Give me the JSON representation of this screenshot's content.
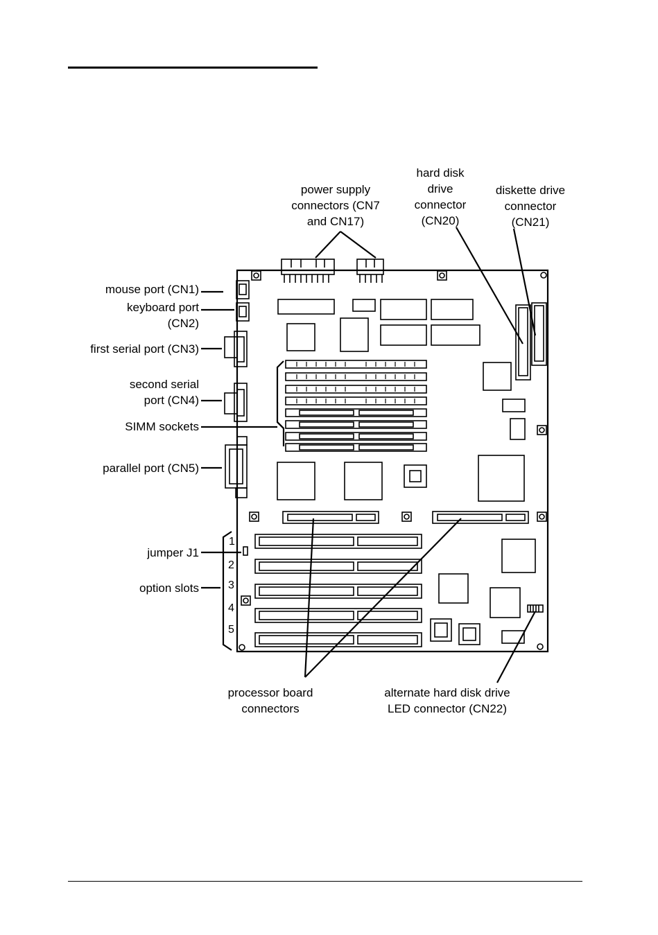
{
  "labels": {
    "power_supply": [
      "power supply",
      "connectors (CN7",
      "and CN17)"
    ],
    "hard_disk": [
      "hard disk",
      "drive",
      "connector",
      "(CN20)"
    ],
    "diskette": [
      "diskette drive",
      "connector",
      "(CN21)"
    ],
    "mouse_port": "mouse port (CN1)",
    "keyboard_port": [
      "keyboard port",
      "(CN2)"
    ],
    "first_serial": "first serial port (CN3)",
    "second_serial": [
      "second serial",
      "port (CN4)"
    ],
    "simm_sockets": "SIMM sockets",
    "parallel_port": "parallel port (CN5)",
    "jumper": "jumper J1",
    "option_slots": "option slots",
    "processor_board": [
      "processor board",
      "connectors"
    ],
    "alt_led": [
      "alternate hard disk drive",
      "LED connector (CN22)"
    ]
  },
  "slot_numbers": [
    "1",
    "2",
    "3",
    "4",
    "5"
  ]
}
